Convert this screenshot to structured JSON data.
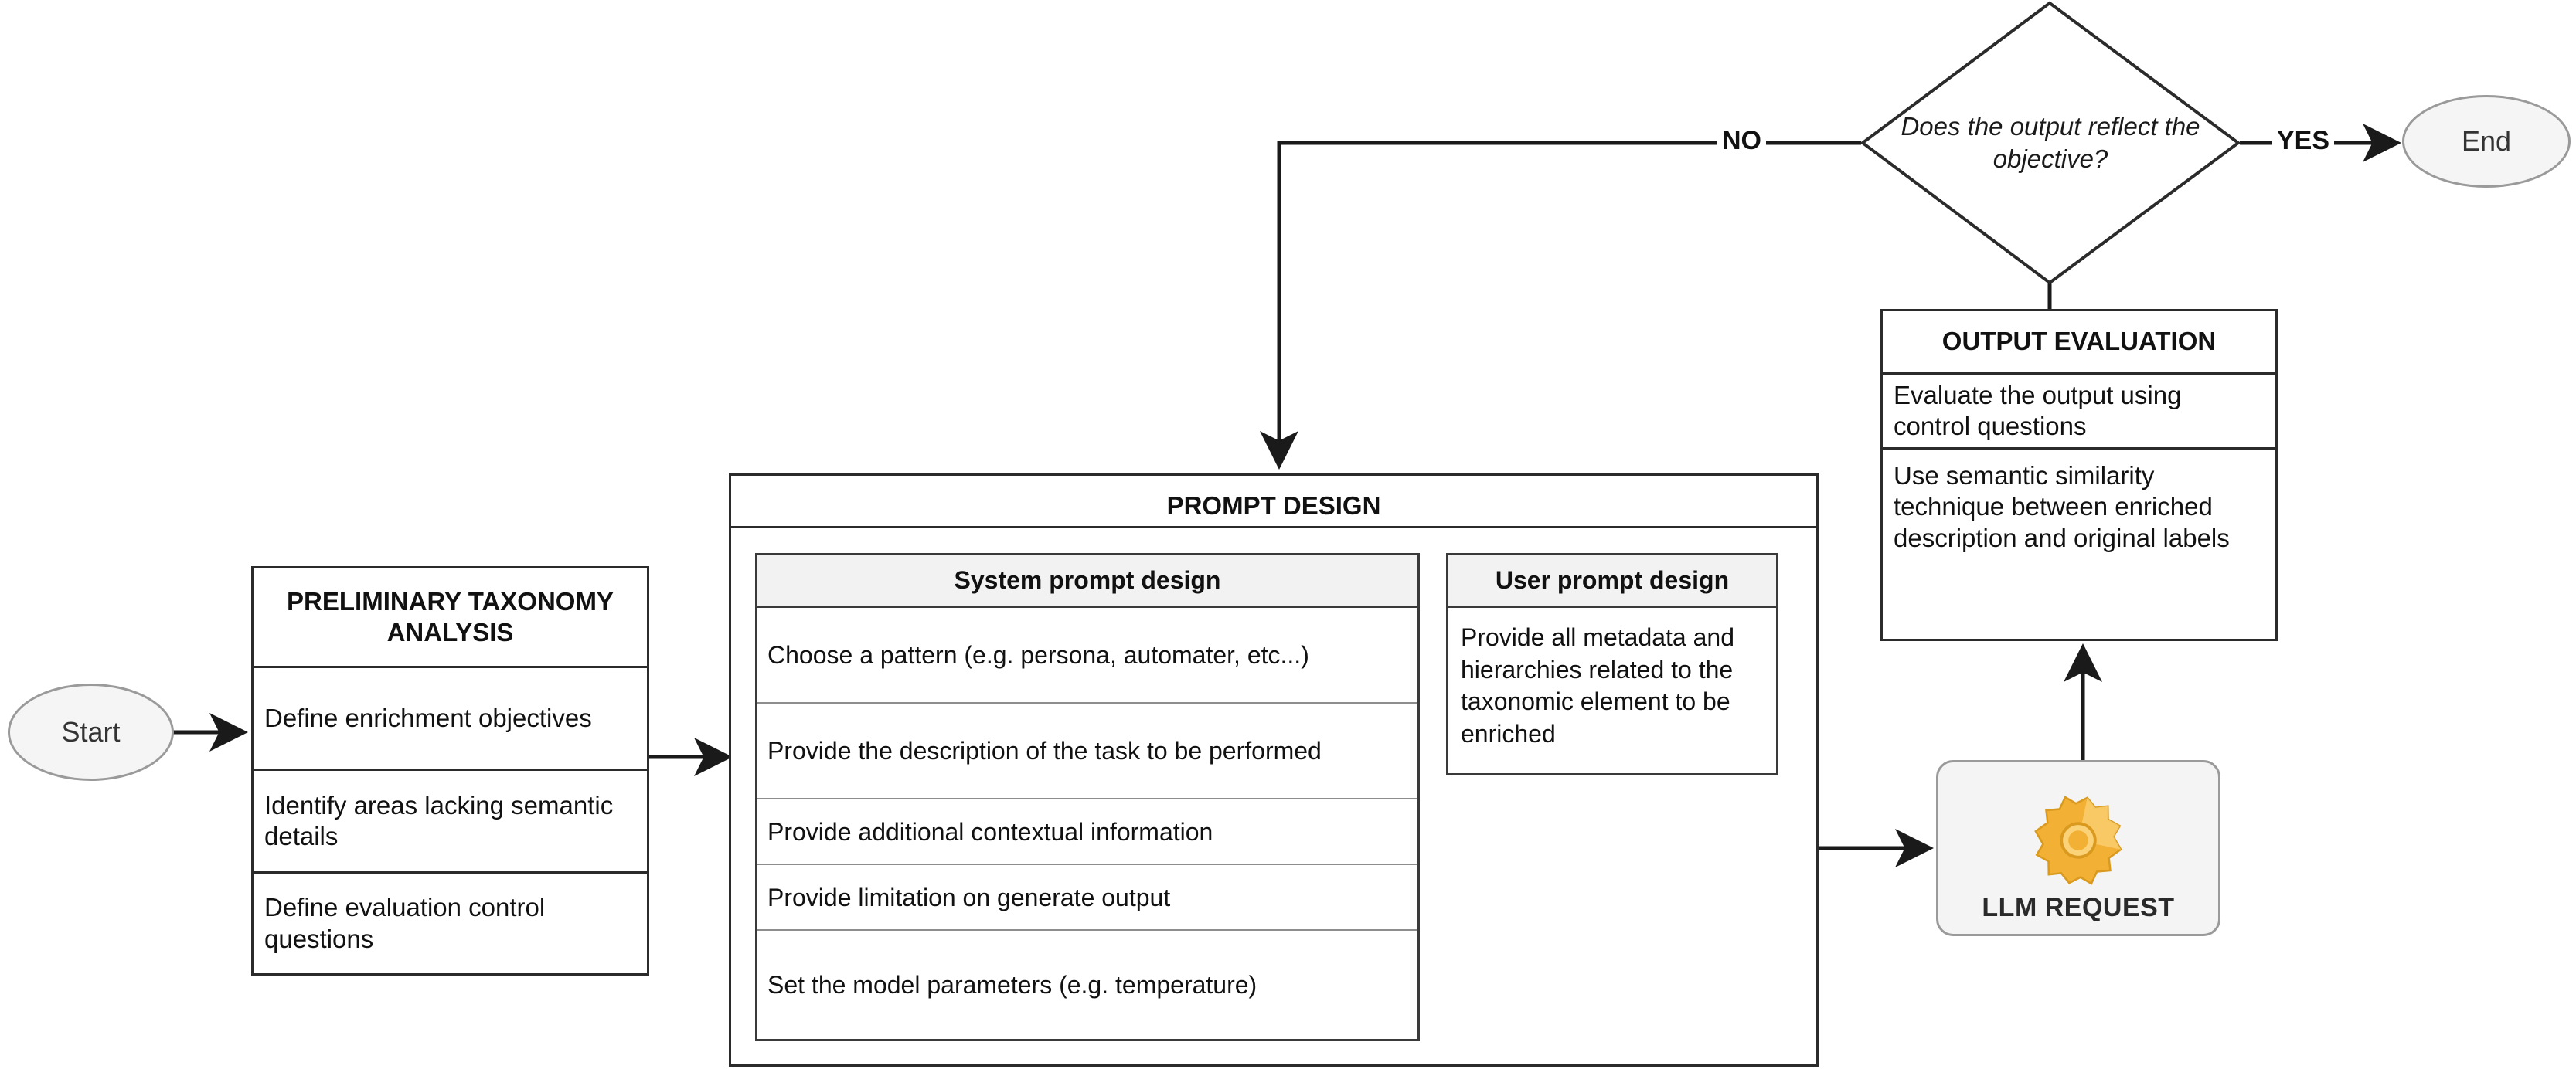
{
  "diagram": {
    "title": "Taxonomy enrichment prompt-design flowchart",
    "colors": {
      "stroke": "#2b2b2b",
      "terminator_fill": "#f5f5f5",
      "terminator_stroke": "#9a9a9a",
      "subtable_header_fill": "#f2f2f2",
      "llm_box_fill": "#f4f4f4",
      "gear_accent": "#f2b134",
      "gear_light": "#fbd277",
      "gear_shadow": "#d99a1f"
    }
  },
  "start_node": {
    "label": "Start",
    "shape": "ellipse"
  },
  "end_node": {
    "label": "End",
    "shape": "ellipse"
  },
  "preliminary": {
    "title": "PRELIMINARY TAXONOMY ANALYSIS",
    "rows": [
      "Define enrichment objectives",
      "Identify areas lacking semantic details",
      "Define evaluation control questions"
    ]
  },
  "prompt_design": {
    "title": "PROMPT DESIGN",
    "system_prompt": {
      "header": "System prompt design",
      "rows": [
        "Choose a pattern (e.g. persona, automater, etc...)",
        "Provide the description of the task to be performed",
        "Provide additional contextual information",
        "Provide limitation on generate output",
        "Set the model parameters (e.g. temperature)"
      ]
    },
    "user_prompt": {
      "header": "User prompt design",
      "body": "Provide all metadata and hierarchies related to the taxonomic element to be enriched"
    }
  },
  "llm_request": {
    "label": "LLM REQUEST",
    "icon": "gear-icon"
  },
  "output_evaluation": {
    "title": "OUTPUT EVALUATION",
    "rows": [
      "Evaluate the output using control questions",
      "Use semantic similarity technique between enriched description and original labels"
    ]
  },
  "decision": {
    "label": "Does the output reflect the objective?",
    "shape": "diamond"
  },
  "edges": {
    "no_label": "NO",
    "yes_label": "YES"
  }
}
